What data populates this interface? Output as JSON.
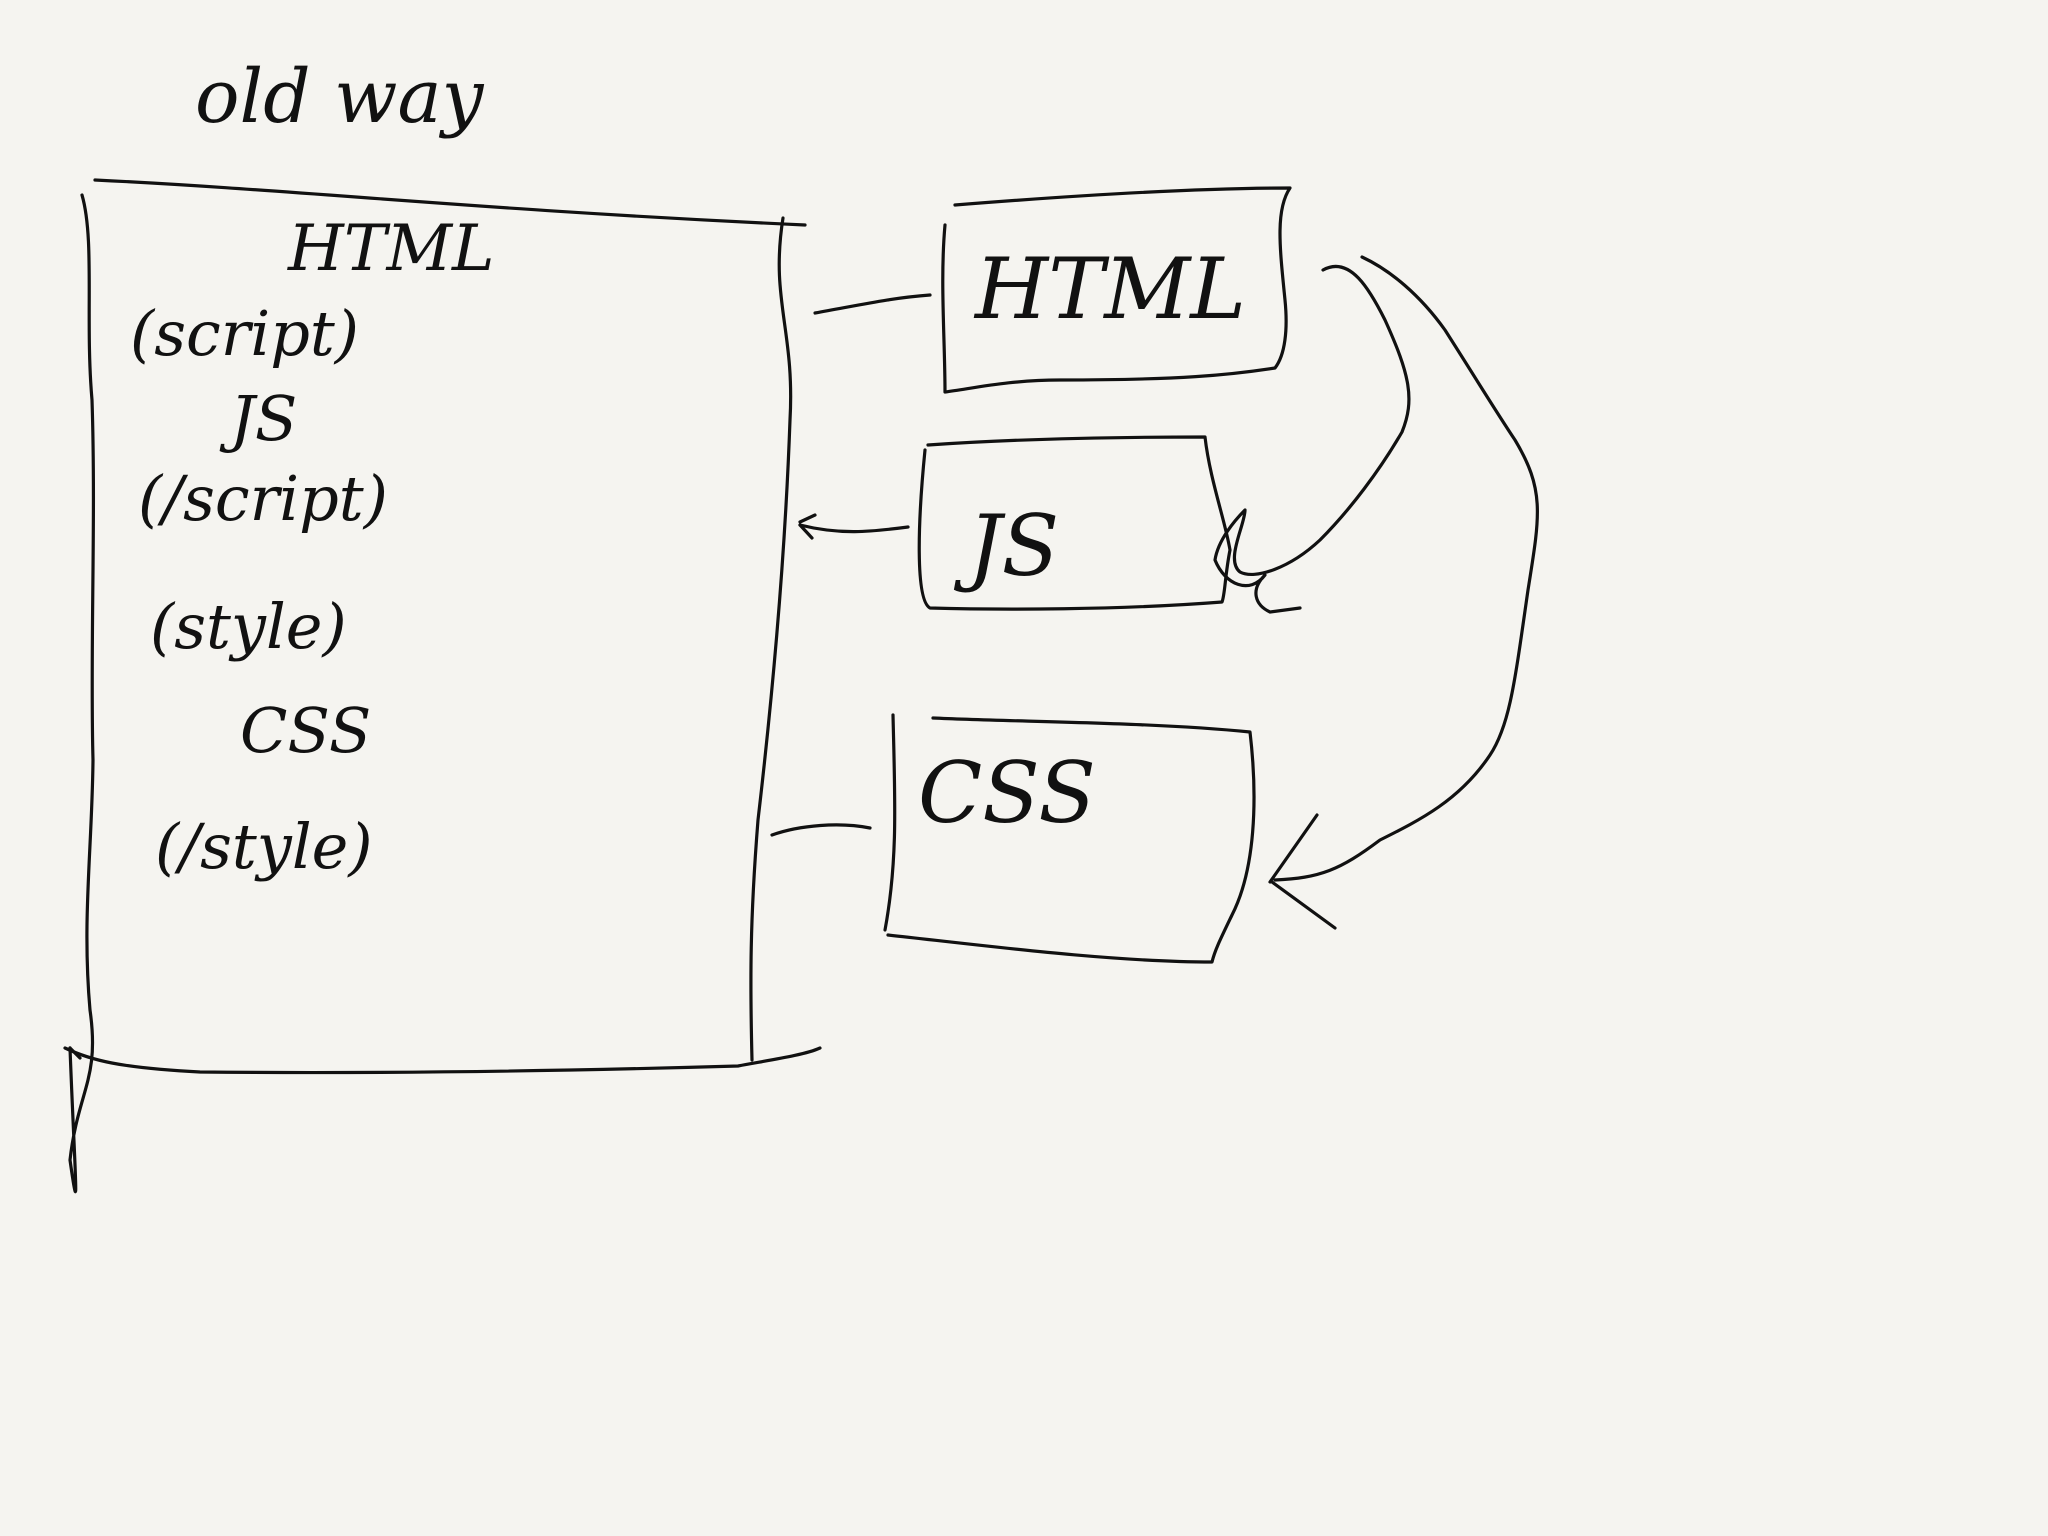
{
  "title": "old way",
  "combined_file": {
    "lines": [
      "HTML",
      "(script)",
      "JS",
      "(/script)",
      "(style)",
      "CSS",
      "(/style)"
    ]
  },
  "separate_files": [
    {
      "label": "HTML"
    },
    {
      "label": "JS"
    },
    {
      "label": "CSS"
    }
  ],
  "colors": {
    "background": "#f5f4f0",
    "ink": "#111111"
  }
}
